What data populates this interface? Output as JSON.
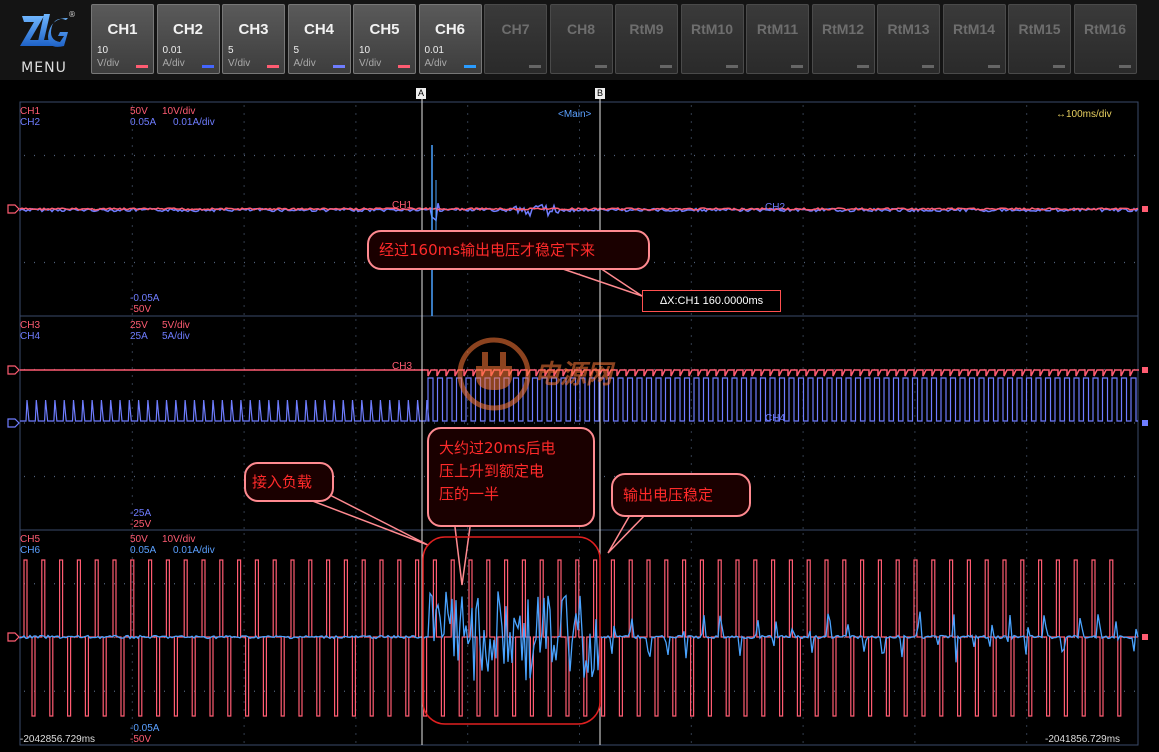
{
  "menu": {
    "label": "MENU"
  },
  "channels": [
    {
      "name": "CH1",
      "scale": "10",
      "unit": "V/div",
      "color": "#ff5c72",
      "active": true
    },
    {
      "name": "CH2",
      "scale": "0.01",
      "unit": "A/div",
      "color": "#4466ff",
      "active": true
    },
    {
      "name": "CH3",
      "scale": "5",
      "unit": "V/div",
      "color": "#ff5c72",
      "active": true
    },
    {
      "name": "CH4",
      "scale": "5",
      "unit": "A/div",
      "color": "#6f7dff",
      "active": true
    },
    {
      "name": "CH5",
      "scale": "10",
      "unit": "V/div",
      "color": "#ff5c72",
      "active": true
    },
    {
      "name": "CH6",
      "scale": "0.01",
      "unit": "A/div",
      "color": "#2a9cff",
      "active": true
    },
    {
      "name": "CH7",
      "active": false
    },
    {
      "name": "CH8",
      "active": false
    },
    {
      "name": "RtM9",
      "active": false
    },
    {
      "name": "RtM10",
      "active": false
    },
    {
      "name": "RtM11",
      "active": false
    },
    {
      "name": "RtM12",
      "active": false
    },
    {
      "name": "RtM13",
      "active": false
    },
    {
      "name": "RtM14",
      "active": false
    },
    {
      "name": "RtM15",
      "active": false
    },
    {
      "name": "RtM16",
      "active": false
    }
  ],
  "panes": [
    {
      "ch_a": {
        "name": "CH1",
        "offset": "50V",
        "scale": "10V/div"
      },
      "ch_b": {
        "name": "CH2",
        "offset": "0.05A",
        "scale": "0.01A/div"
      },
      "bottom_a": "-0.05A",
      "bottom_b": "-50V",
      "trace_label_a": "CH1",
      "trace_label_b": "CH2"
    },
    {
      "ch_a": {
        "name": "CH3",
        "offset": "25V",
        "scale": "5V/div"
      },
      "ch_b": {
        "name": "CH4",
        "offset": "25A",
        "scale": "5A/div"
      },
      "bottom_a": "-25A",
      "bottom_b": "-25V",
      "trace_label_a": "CH3",
      "trace_label_b": "CH4"
    },
    {
      "ch_a": {
        "name": "CH5",
        "offset": "50V",
        "scale": "10V/div"
      },
      "ch_b": {
        "name": "CH6",
        "offset": "0.05A",
        "scale": "0.01A/div"
      },
      "bottom_a": "-0.05A",
      "bottom_b": "-50V"
    }
  ],
  "timebase": {
    "main_label": "<Main>",
    "scale": "↔100ms/div"
  },
  "cursors": {
    "a": "A",
    "b": "B",
    "delta": "ΔX:CH1 160.0000ms"
  },
  "time_start": "-2042856.729ms",
  "time_end": "-2041856.729ms",
  "annotations": {
    "stabilize_160": "经过160ms输出电压才稳定下来",
    "load_connected": "接入负载",
    "rise_20ms_line1": "大约过20ms后电",
    "rise_20ms_line2": "压上升到额定电",
    "rise_20ms_line3": "压的一半",
    "output_stable": "输出电压稳定"
  },
  "watermark": {
    "text": "电源网"
  },
  "colors": {
    "ch_red": "#ff5c72",
    "ch_blue": "#6f7dff",
    "ch_lightblue": "#4aa3ff",
    "annotation": "#ff2a2a",
    "grid": "#2a3a5a"
  }
}
